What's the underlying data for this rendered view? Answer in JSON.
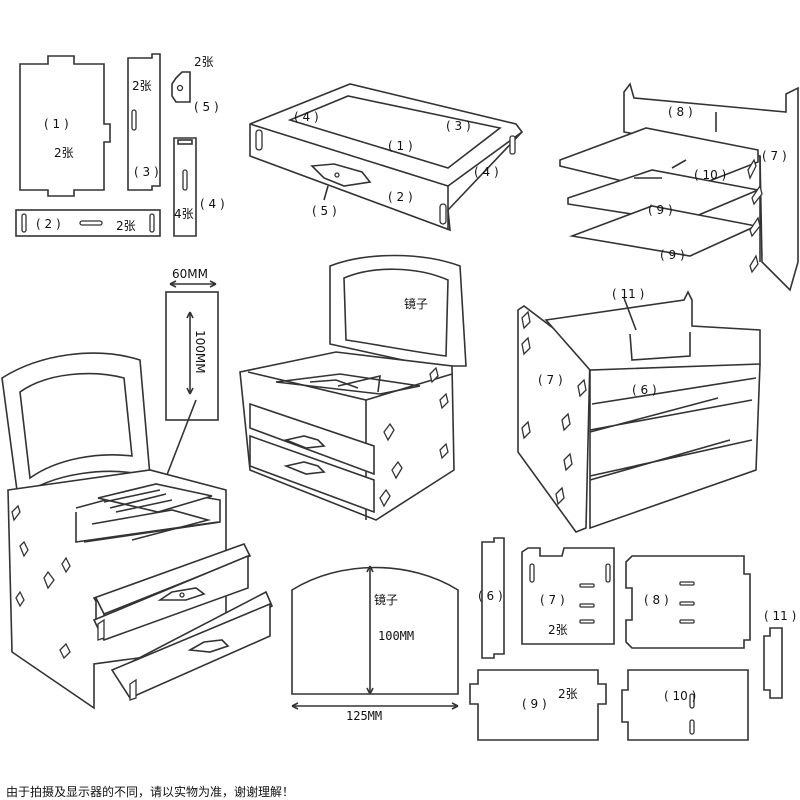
{
  "palette": {
    "line": "#333333",
    "fill": "#ffffff",
    "slot": "#444444"
  },
  "units": {
    "sheets_2": "2张",
    "sheets_4": "4张",
    "mirror": "镜子"
  },
  "dims": {
    "mirror_card_w": "60MM",
    "mirror_card_h": "100MM",
    "arch_h": "100MM",
    "arch_w": "125MM"
  },
  "labels": {
    "p1": "( 1 )",
    "p2": "( 2 )",
    "p3": "( 3 )",
    "p4": "( 4 )",
    "p5": "( 5 )",
    "p6": "( 6 )",
    "p7": "( 7 )",
    "p8": "( 8 )",
    "p9": "( 9 )",
    "p10": "( 10 )",
    "p11": "( 11 )",
    "p3_plain": "( 3 )",
    "p4_plain": "4张"
  },
  "footer_note": "由于拍摄及显示器的不同，请以实物为准，谢谢理解！"
}
